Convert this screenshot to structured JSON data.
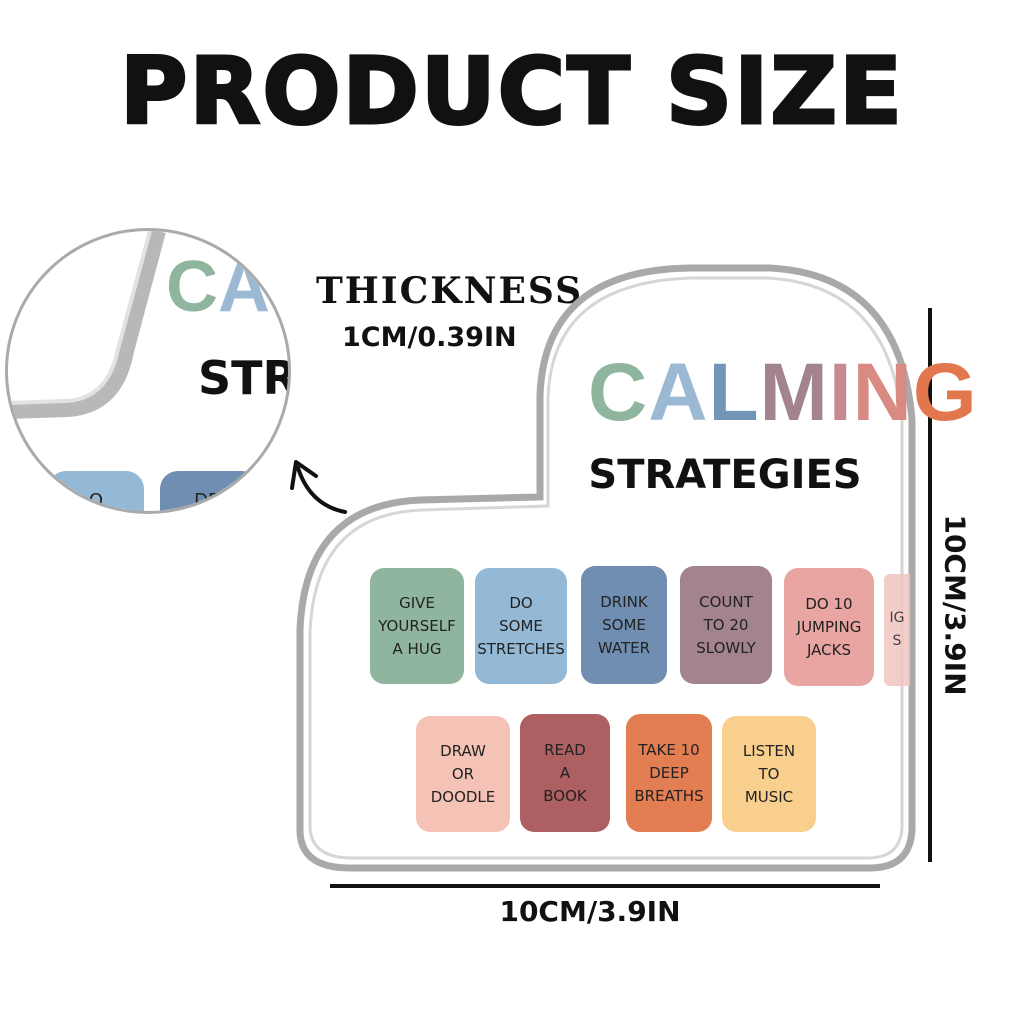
{
  "title": "PRODUCT SIZE",
  "thickness": {
    "label": "THICKNESS",
    "value": "1CM/0.39IN"
  },
  "dimensions": {
    "width": "10CM/3.9IN",
    "height": "10CM/3.9IN"
  },
  "plaque": {
    "heading_letters": [
      {
        "char": "C",
        "color": "#8fb59e"
      },
      {
        "char": "A",
        "color": "#9bb9d2"
      },
      {
        "char": "L",
        "color": "#7395b8"
      },
      {
        "char": "M",
        "color": "#a3838f"
      },
      {
        "char": "I",
        "color": "#c88a92"
      },
      {
        "char": "N",
        "color": "#d98a83"
      },
      {
        "char": "G",
        "color": "#e2774e"
      }
    ],
    "subheading": "STRATEGIES",
    "cards_row1": [
      {
        "lines": [
          "GIVE",
          "YOURSELF",
          "A HUG"
        ],
        "color": "#8fb59e"
      },
      {
        "lines": [
          "DO",
          "SOME",
          "STRETCHES"
        ],
        "color": "#94b9d6"
      },
      {
        "lines": [
          "DRINK",
          "SOME",
          "WATER"
        ],
        "color": "#6f8eb2"
      },
      {
        "lines": [
          "COUNT",
          "TO 20",
          "SLOWLY"
        ],
        "color": "#a3838f"
      },
      {
        "lines": [
          "DO 10",
          "JUMPING",
          "JACKS"
        ],
        "color": "#e8a5a1"
      }
    ],
    "cards_row2": [
      {
        "lines": [
          "DRAW",
          "OR",
          "DOODLE"
        ],
        "color": "#f5c2b6"
      },
      {
        "lines": [
          "READ",
          "A",
          "BOOK"
        ],
        "color": "#ad5f62"
      },
      {
        "lines": [
          "TAKE 10",
          "DEEP",
          "BREATHS"
        ],
        "color": "#e37e52"
      },
      {
        "lines": [
          "LISTEN",
          "TO",
          "MUSIC"
        ],
        "color": "#f8cf8d"
      }
    ],
    "edge_card_fragment": {
      "lines": [
        "IG",
        "S"
      ],
      "color": "#f2c5c1"
    }
  },
  "zoom": {
    "heading_fragment": "CAL",
    "subheading_fragment": "STRA",
    "card_fragments": [
      {
        "text": "O",
        "color": "#94b9d6"
      },
      {
        "text": "DRI",
        "color": "#6f8eb2"
      }
    ]
  }
}
